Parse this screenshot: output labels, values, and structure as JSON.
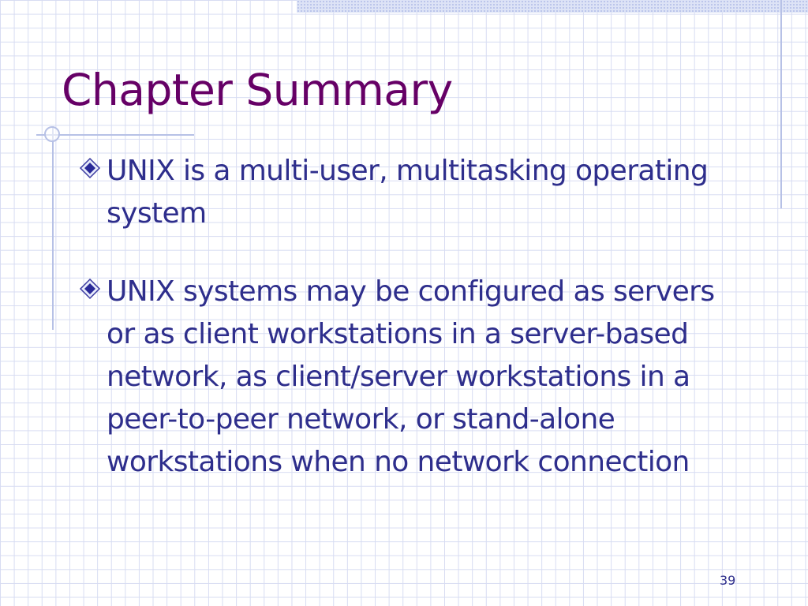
{
  "slide": {
    "title": "Chapter Summary",
    "bullets": [
      {
        "text": "UNIX is a multi-user, multitasking operating system"
      },
      {
        "text": "UNIX systems may be configured as servers or as client workstations in a server-based network, as client/server workstations in a peer-to-peer network, or stand-alone workstations when no network connection"
      }
    ],
    "page_number": "39"
  },
  "colors": {
    "title": "#660066",
    "body_text": "#2e2e8c",
    "grid": "#d7dcf2",
    "accent_lines": "#b7c1e6"
  },
  "icons": {
    "bullet": "diamond-bullet-icon"
  }
}
